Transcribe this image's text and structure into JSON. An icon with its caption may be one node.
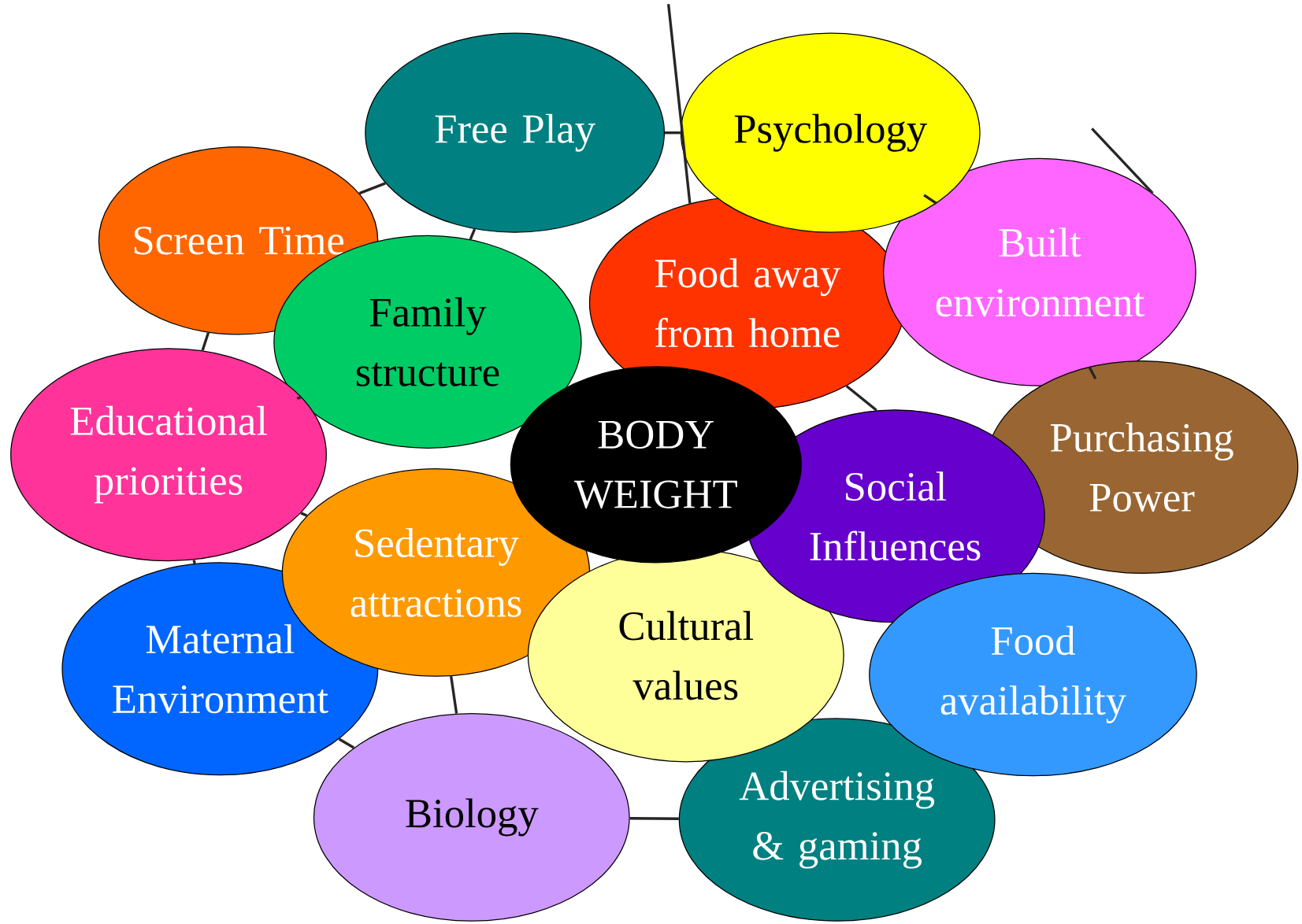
{
  "diagram": {
    "nodes": [
      {
        "text": [
          "Free Play"
        ]
      },
      {
        "text": [
          "Psychology"
        ]
      },
      {
        "text": [
          "Screen Time"
        ]
      },
      {
        "text": [
          "Built environment"
        ]
      },
      {
        "text": [
          "Food away from home"
        ]
      },
      {
        "text": [
          "Family structure"
        ]
      },
      {
        "text": [
          "Educational priorities"
        ]
      },
      {
        "text": [
          "BODY WEIGHT"
        ]
      },
      {
        "text": [
          "Social Influences"
        ]
      },
      {
        "text": [
          "Purchasing Power"
        ]
      },
      {
        "text": [
          "Sedentary attractions"
        ]
      },
      {
        "text": [
          "Maternal Environment"
        ]
      },
      {
        "text": [
          "Cultural values"
        ]
      },
      {
        "text": [
          "Food availability"
        ]
      },
      {
        "text": [
          "Biology"
        ]
      },
      {
        "text": [
          "Advertising & gaming"
        ]
      }
    ],
    "edges": [
      {
        "from": 2,
        "to": 0,
        "arrow": "none"
      },
      {
        "from": 0,
        "to": 5,
        "arrow": "none"
      },
      {
        "from": 0,
        "to": 1,
        "arrow": "none"
      },
      {
        "from": null,
        "to": 4,
        "arrow": "none"
      },
      {
        "from": 1,
        "to": 3,
        "arrow": "none"
      },
      {
        "from": 3,
        "to": null,
        "arrow": "none"
      },
      {
        "from": 2,
        "to": 6,
        "arrow": "none"
      },
      {
        "from": 6,
        "to": 5,
        "arrow": "none"
      },
      {
        "from": 6,
        "to": 10,
        "arrow": "none"
      },
      {
        "from": 6,
        "to": 11,
        "arrow": "none"
      },
      {
        "from": 4,
        "to": 8,
        "arrow": "none"
      },
      {
        "from": 3,
        "to": 9,
        "arrow": "none"
      },
      {
        "from": 11,
        "to": 14,
        "arrow": "none"
      },
      {
        "from": 10,
        "to": 14,
        "arrow": "none"
      },
      {
        "from": 14,
        "to": 15,
        "arrow": "none"
      }
    ]
  }
}
